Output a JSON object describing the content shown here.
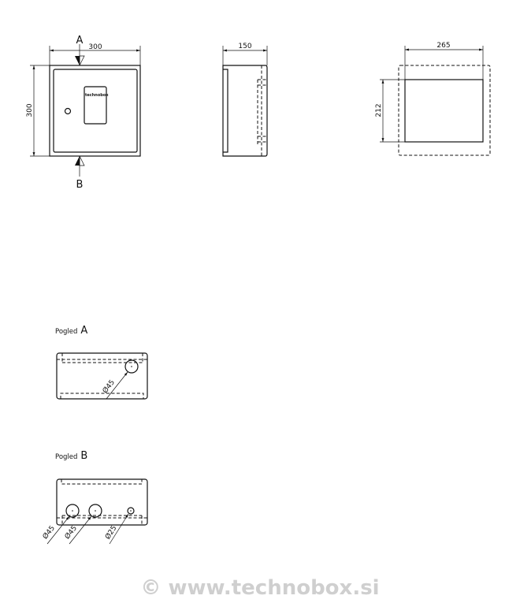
{
  "front_view": {
    "width_dim": "300",
    "height_dim": "300",
    "section_a": "A",
    "section_b": "B",
    "logo": "technobox"
  },
  "side_view": {
    "depth_dim": "150"
  },
  "back_view": {
    "width_dim": "265",
    "height_dim": "212"
  },
  "view_a": {
    "caption_word": "Pogled",
    "caption_letter": "A",
    "holes": [
      "Ø45"
    ]
  },
  "view_b": {
    "caption_word": "Pogled",
    "caption_letter": "B",
    "holes": [
      "Ø45",
      "Ø45",
      "Ø25"
    ]
  },
  "watermark": "© www.technobox.si"
}
